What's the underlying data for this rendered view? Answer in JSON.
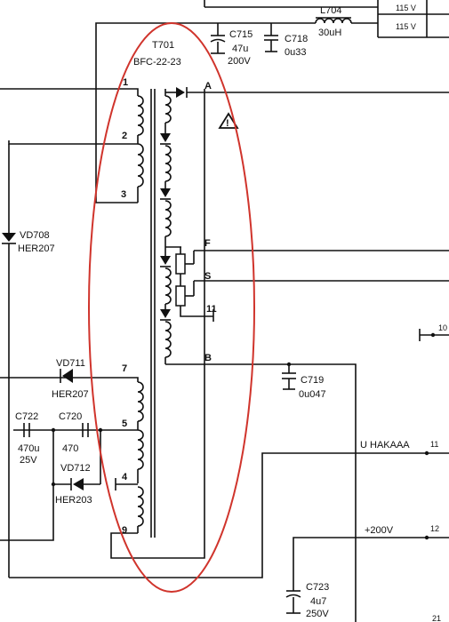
{
  "transformer": {
    "ref": "T701",
    "part": "BFC-22-23",
    "warning_symbol": "!"
  },
  "primary_pins": {
    "p1": "1",
    "p2": "2",
    "p3": "3"
  },
  "secondary_pins": {
    "p4": "4",
    "p5": "5",
    "p7": "7",
    "p9": "9"
  },
  "output_pins": {
    "a": "A",
    "b": "B",
    "f": "F",
    "s": "S",
    "n11": "11"
  },
  "components": {
    "l704": {
      "ref": "L704",
      "value": "30uH"
    },
    "c715": {
      "ref": "C715",
      "value1": "47u",
      "value2": "200V"
    },
    "c718": {
      "ref": "C718",
      "value": "0u33"
    },
    "c719": {
      "ref": "C719",
      "value": "0u047"
    },
    "c722": {
      "ref": "C722",
      "value1": "470u",
      "value2": "25V"
    },
    "c720": {
      "ref": "C720",
      "value": "470"
    },
    "c723": {
      "ref": "C723",
      "value1": "4u7",
      "value2": "250V"
    },
    "vd708": {
      "ref": "VD708",
      "type": "HER207"
    },
    "vd711": {
      "ref": "VD711",
      "type": "HER207"
    },
    "vd712": {
      "ref": "VD712",
      "type": "HER203"
    }
  },
  "connectors": {
    "top1": "115 V",
    "top2": "115 V",
    "u_label": "U HAKAAA",
    "u_pin": "11",
    "v200_label": "+200V",
    "v200_pin": "12",
    "pin10": "10",
    "pin21": "21"
  },
  "colors": {
    "highlight": "#d0342c",
    "ink": "#111111"
  }
}
